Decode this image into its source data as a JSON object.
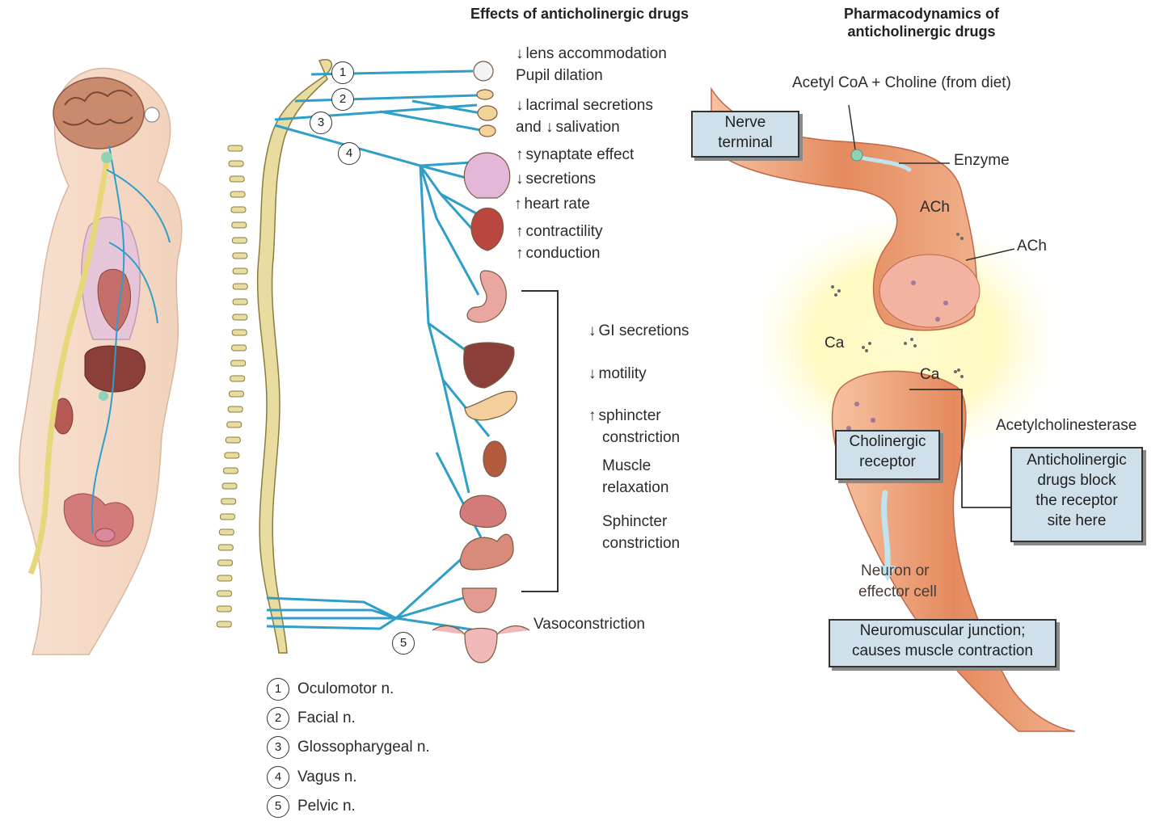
{
  "headers": {
    "effects": "Effects of anticholinergic drugs",
    "pharma_line1": "Pharmacodynamics of",
    "pharma_line2": "anticholinergic drugs"
  },
  "nerve_numbers": [
    "1",
    "2",
    "3",
    "4",
    "5"
  ],
  "effects": {
    "lens": "lens accommodation",
    "pupil": "Pupil dilation",
    "lacrimal": "lacrimal secretions",
    "salivation_and": "and",
    "salivation": "salivation",
    "synaptate": "synaptate effect",
    "secretions": "secretions",
    "heart_rate": "heart rate",
    "contractility": "contractility",
    "conduction": "conduction",
    "gi_secretions": "GI secretions",
    "motility": "motility",
    "sphincter_line1": "sphincter",
    "sphincter_line2": "constriction",
    "muscle_line1": "Muscle",
    "muscle_line2": "relaxation",
    "sphincter2_line1": "Sphincter",
    "sphincter2_line2": "constriction",
    "vasoconstriction": "Vasoconstriction"
  },
  "arrows": {
    "down": "↓",
    "up": "↑"
  },
  "legend": [
    {
      "num": "1",
      "label": "Oculomotor n."
    },
    {
      "num": "2",
      "label": "Facial n."
    },
    {
      "num": "3",
      "label": "Glossopharygeal n."
    },
    {
      "num": "4",
      "label": "Vagus n."
    },
    {
      "num": "5",
      "label": "Pelvic n."
    }
  ],
  "pharma": {
    "acetyl": "Acetyl CoA + Choline (from diet)",
    "nerve_terminal_line1": "Nerve",
    "nerve_terminal_line2": "terminal",
    "enzyme": "Enzyme",
    "ach1": "ACh",
    "ach2": "ACh",
    "ca1": "Ca",
    "ca2": "Ca",
    "acetylcholinesterase": "Acetylcholinesterase",
    "cholinergic_line1": "Cholinergic",
    "cholinergic_line2": "receptor",
    "block_line1": "Anticholinergic",
    "block_line2": "drugs block",
    "block_line3": "the receptor",
    "block_line4": "site here",
    "neuron_line1": "Neuron or",
    "neuron_line2": "effector cell",
    "nmj_line1": "Neuromuscular junction;",
    "nmj_line2": "causes muscle contraction"
  },
  "colors": {
    "nerve": "#2f9fc9",
    "spine": "#e8dca0",
    "callout_bg": "#cfe0ea",
    "neuron": "#e58a5e",
    "glow": "#fff6a8"
  }
}
